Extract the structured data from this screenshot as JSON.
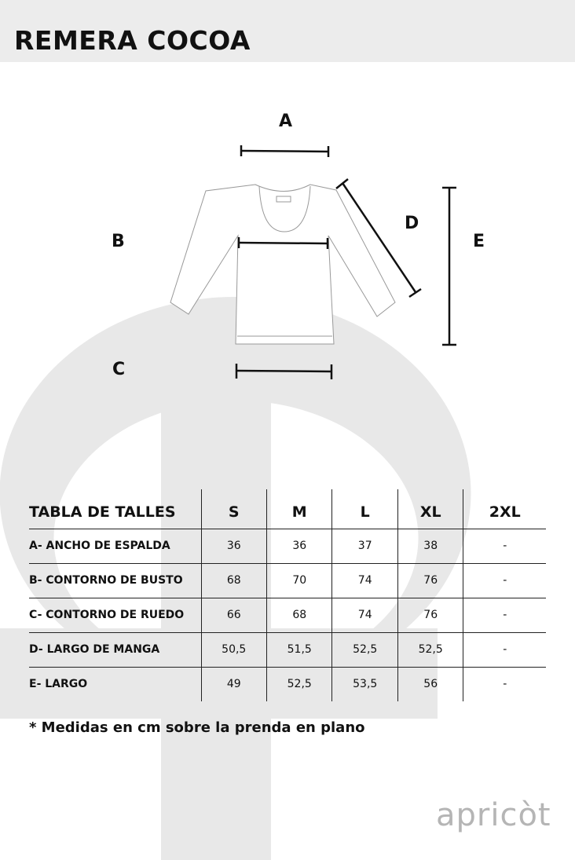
{
  "title": "REMERA COCOA",
  "diagram": {
    "labels": {
      "a": "A",
      "b": "B",
      "c": "C",
      "d": "D",
      "e": "E"
    }
  },
  "table": {
    "header": [
      "TABLA DE TALLES",
      "S",
      "M",
      "L",
      "XL",
      "2XL"
    ],
    "rows": [
      [
        "A- ANCHO DE ESPALDA",
        "36",
        "36",
        "37",
        "38",
        "-"
      ],
      [
        "B- CONTORNO DE BUSTO",
        "68",
        "70",
        "74",
        "76",
        "-"
      ],
      [
        "C- CONTORNO DE RUEDO",
        "66",
        "68",
        "74",
        "76",
        "-"
      ],
      [
        "D- LARGO DE MANGA",
        "50,5",
        "51,5",
        "52,5",
        "52,5",
        "-"
      ],
      [
        "E- LARGO",
        "49",
        "52,5",
        "53,5",
        "56",
        "-"
      ]
    ]
  },
  "note": "* Medidas en cm sobre la prenda en plano",
  "brand": "apricòt"
}
